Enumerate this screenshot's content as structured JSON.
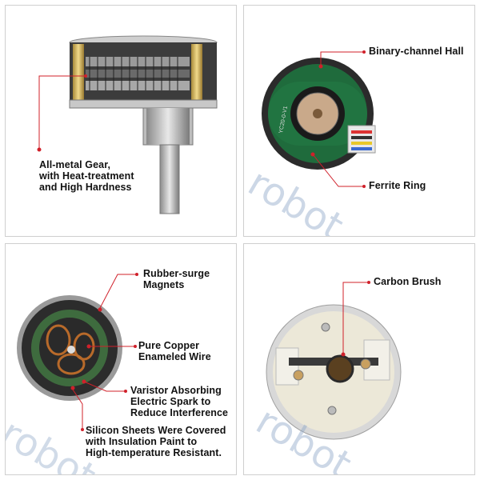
{
  "colors": {
    "callout": "#d0202a",
    "watermark": "#8fa8c8",
    "panel_border": "#cfcfcf"
  },
  "panels": [
    {
      "labels": [
        {
          "lines": [
            "All-metal Gear,",
            "with Heat-treatment",
            "and High Hardness"
          ]
        }
      ]
    },
    {
      "labels": [
        {
          "lines": [
            "Binary-channel Hall"
          ]
        },
        {
          "lines": [
            "Ferrite Ring"
          ]
        }
      ]
    },
    {
      "labels": [
        {
          "lines": [
            "Rubber-surge",
            "Magnets"
          ]
        },
        {
          "lines": [
            "Pure Copper",
            "Enameled Wire"
          ]
        },
        {
          "lines": [
            "Varistor Absorbing",
            "Electric Spark to",
            "Reduce Interference"
          ]
        },
        {
          "lines": [
            "Silicon Sheets Were Covered",
            "with Insulation Paint to",
            "High-temperature Resistant."
          ]
        }
      ]
    },
    {
      "labels": [
        {
          "lines": [
            "Carbon Brush"
          ]
        }
      ]
    }
  ],
  "watermark": {
    "text": "robot"
  },
  "pcb_text": "YC20-0-V1"
}
